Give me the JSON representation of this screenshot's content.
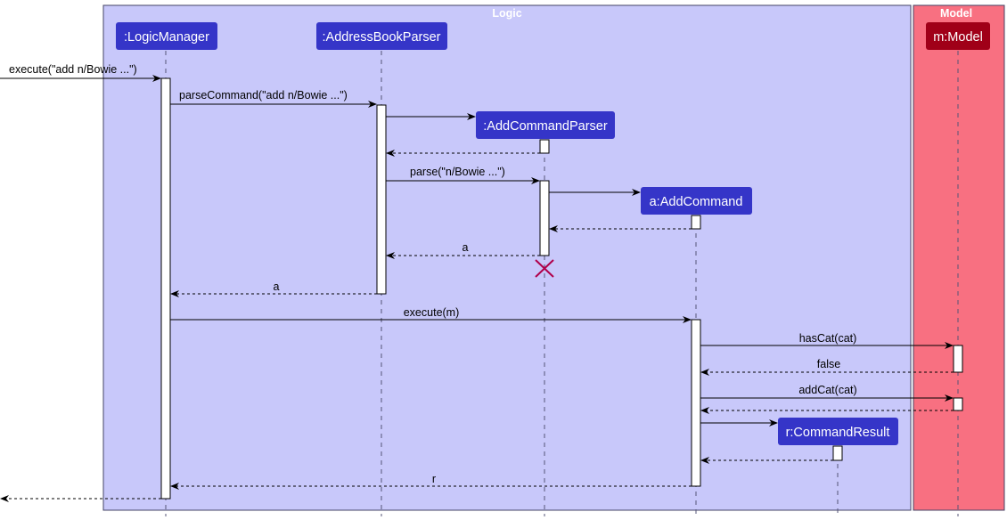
{
  "groups": {
    "logic": {
      "title": "Logic",
      "color": "#c8c8fa"
    },
    "model": {
      "title": "Model",
      "color": "#f87081"
    }
  },
  "participants": {
    "logic_manager": {
      "label": ":LogicManager",
      "color": "#3535c8"
    },
    "address_book_parser": {
      "label": ":AddressBookParser",
      "color": "#3535c8"
    },
    "add_command_parser": {
      "label": ":AddCommandParser",
      "color": "#3535c8"
    },
    "add_command": {
      "label": "a:AddCommand",
      "color": "#3535c8"
    },
    "command_result": {
      "label": "r:CommandResult",
      "color": "#3535c8"
    },
    "model": {
      "label": "m:Model",
      "color": "#a00018"
    }
  },
  "messages": {
    "execute_in": "execute(\"add n/Bowie ...\")",
    "parse_command": "parseCommand(\"add n/Bowie ...\")",
    "parse": "parse(\"n/Bowie ...\")",
    "return_a_parser": "a",
    "return_a_abp": "a",
    "execute_m": "execute(m)",
    "has_cat": "hasCat(cat)",
    "return_false": "false",
    "add_cat": "addCat(cat)",
    "return_r": "r"
  },
  "colors": {
    "destroy": "#b0004a"
  }
}
